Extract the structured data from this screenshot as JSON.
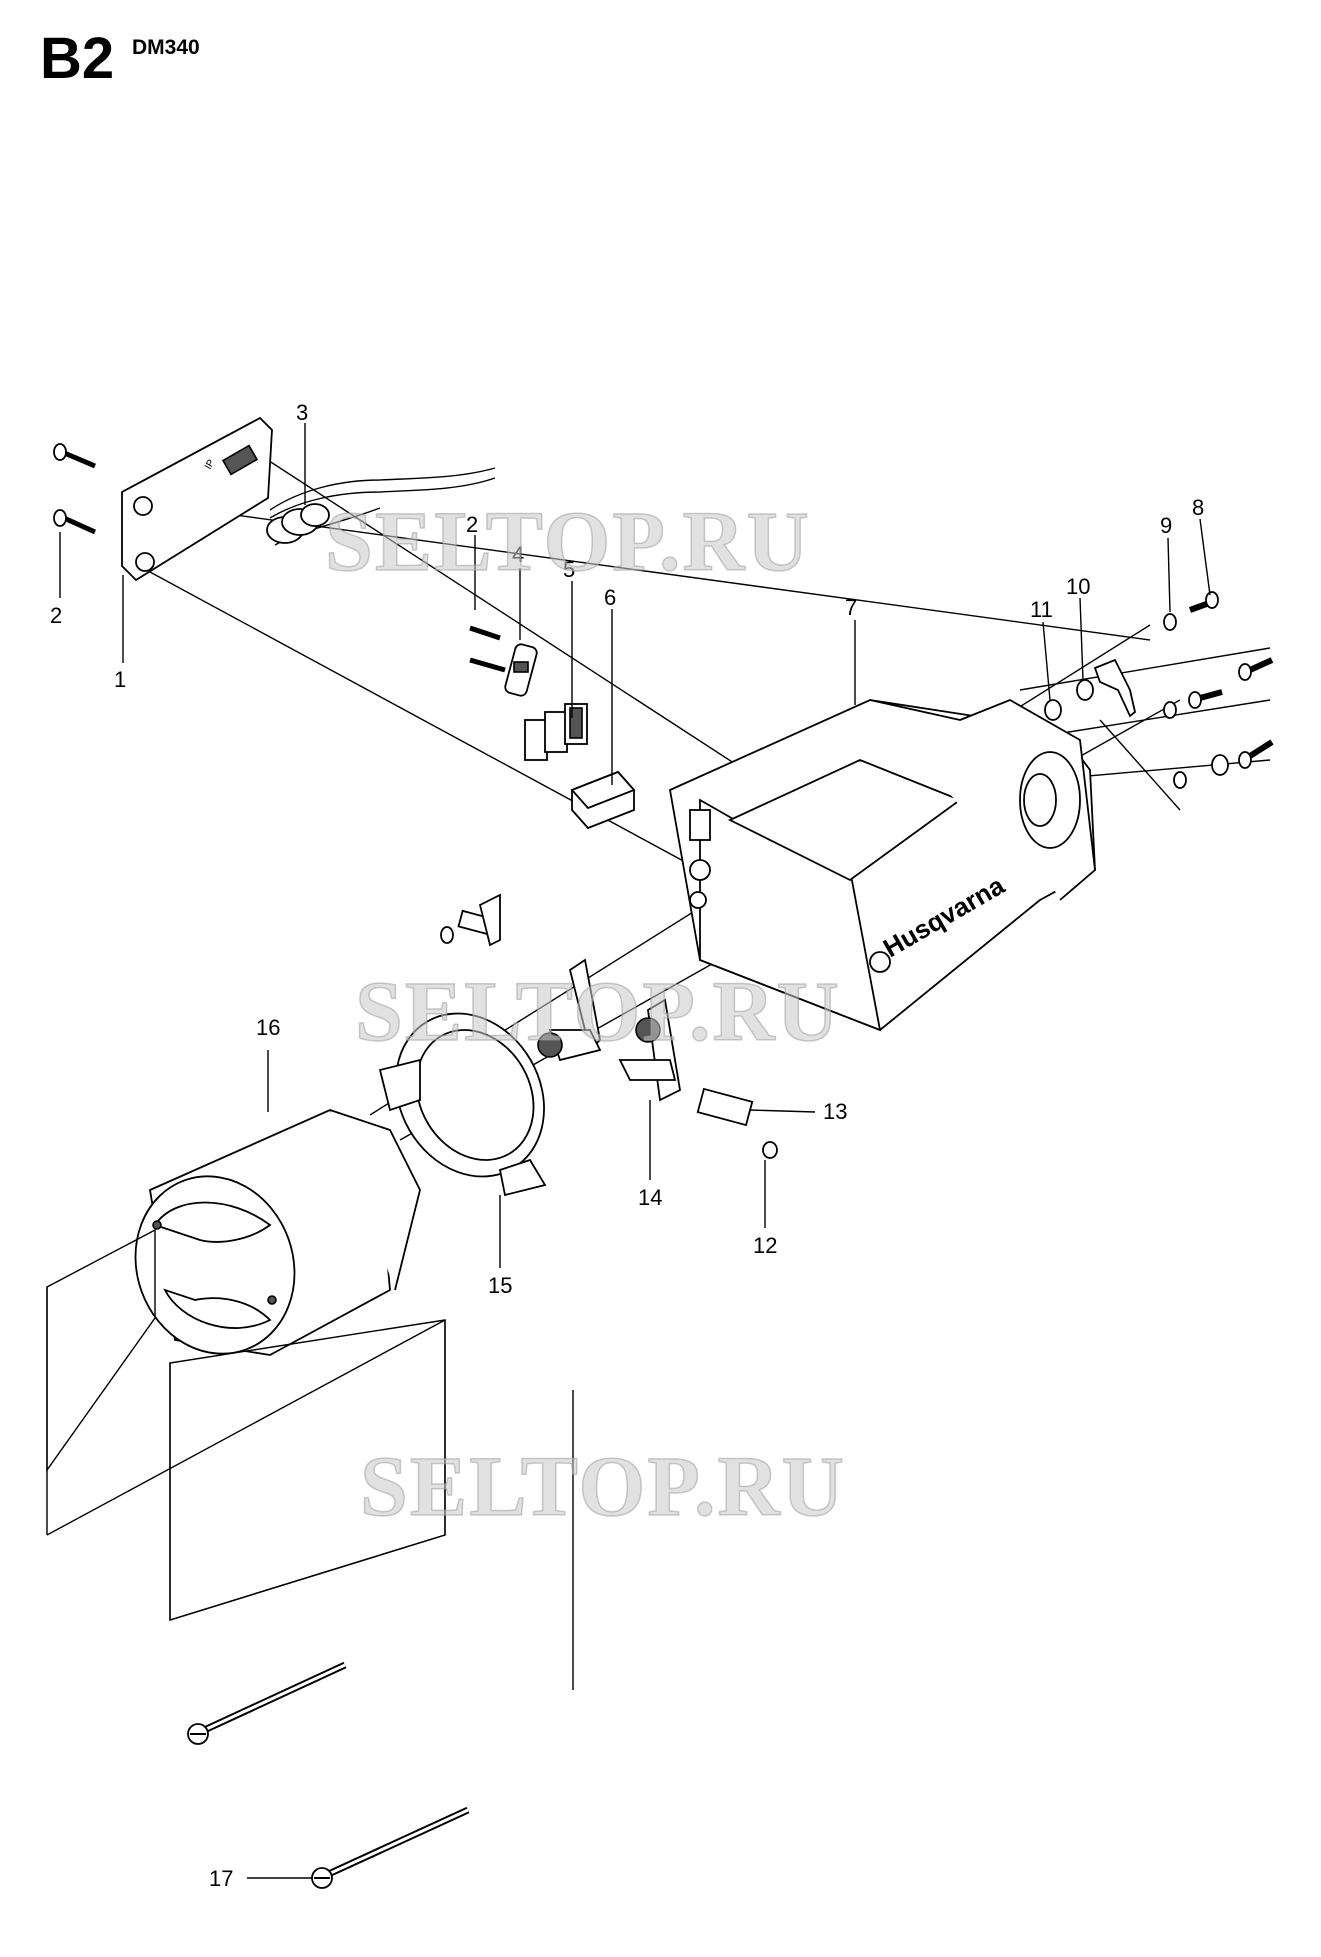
{
  "header": {
    "section_code": "B2",
    "model_code": "DM340"
  },
  "watermark": "SELTOP.RU",
  "brand_logo_text": "Husqvarna",
  "callouts": {
    "c1": "1",
    "c2a": "2",
    "c2b": "2",
    "c3": "3",
    "c4": "4",
    "c5": "5",
    "c6": "6",
    "c7": "7",
    "c8": "8",
    "c9": "9",
    "c10": "10",
    "c11": "11",
    "c12": "12",
    "c13": "13",
    "c14": "14",
    "c15": "15",
    "c16": "16",
    "c17": "17"
  },
  "colors": {
    "line": "#000000",
    "part_fill": "#8a8a8a",
    "watermark": "#c8c8c8"
  }
}
